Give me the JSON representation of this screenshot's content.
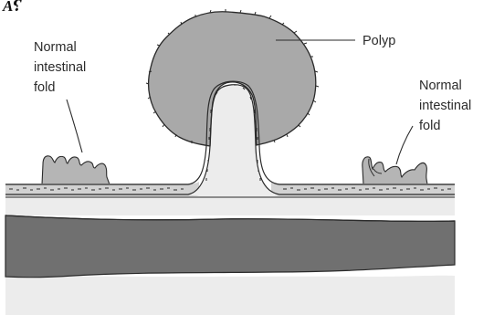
{
  "figure": {
    "panel_letter": "A⸮",
    "labels": {
      "polyp": "Polyp",
      "normal_fold_left": [
        "Normal",
        "intestinal",
        "fold"
      ],
      "normal_fold_right": [
        "Normal",
        "intestinal",
        "fold"
      ]
    }
  },
  "colors": {
    "polyp_fill": "#a9a9a9",
    "fold_fill": "#b5b5b5",
    "submucosa_fill": "#ececec",
    "muscle_band_fill": "#6f6f6f",
    "serosa_fill": "#ececec",
    "outline": "#2a2a2a"
  }
}
